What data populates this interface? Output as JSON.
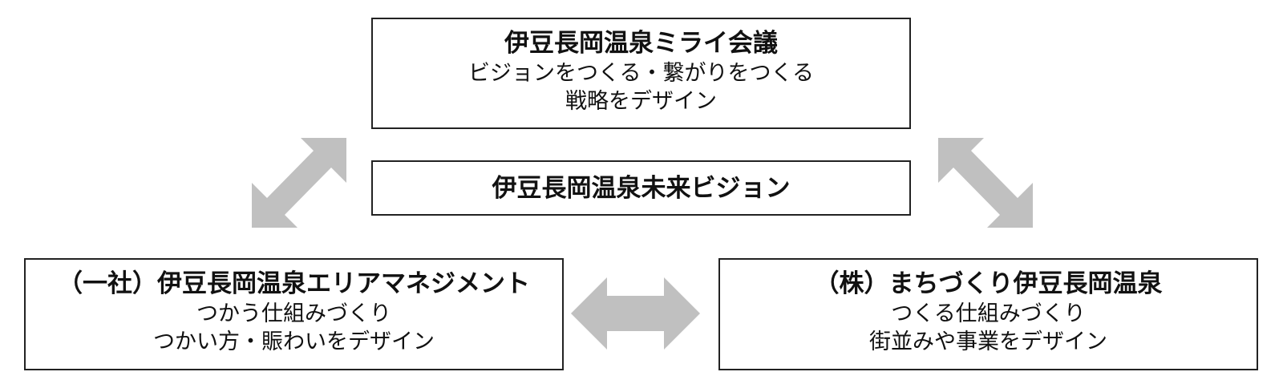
{
  "top_box": {
    "title": "伊豆長岡温泉ミライ会議",
    "lines": [
      "ビジョンをつくる・繋がりをつくる",
      "戦略をデザイン"
    ]
  },
  "vision_box": {
    "title": "伊豆長岡温泉未来ビジョン"
  },
  "left_box": {
    "title": "（一社）伊豆長岡温泉エリアマネジメント",
    "lines": [
      "つかう仕組みづくり",
      "つかい方・賑わいをデザイン"
    ]
  },
  "right_box": {
    "title": "（株）まちづくり伊豆長岡温泉",
    "lines": [
      "つくる仕組みづくり",
      "街並みや事業をデザイン"
    ]
  },
  "colors": {
    "arrow": "#c0c0c0",
    "border": "#222222"
  }
}
